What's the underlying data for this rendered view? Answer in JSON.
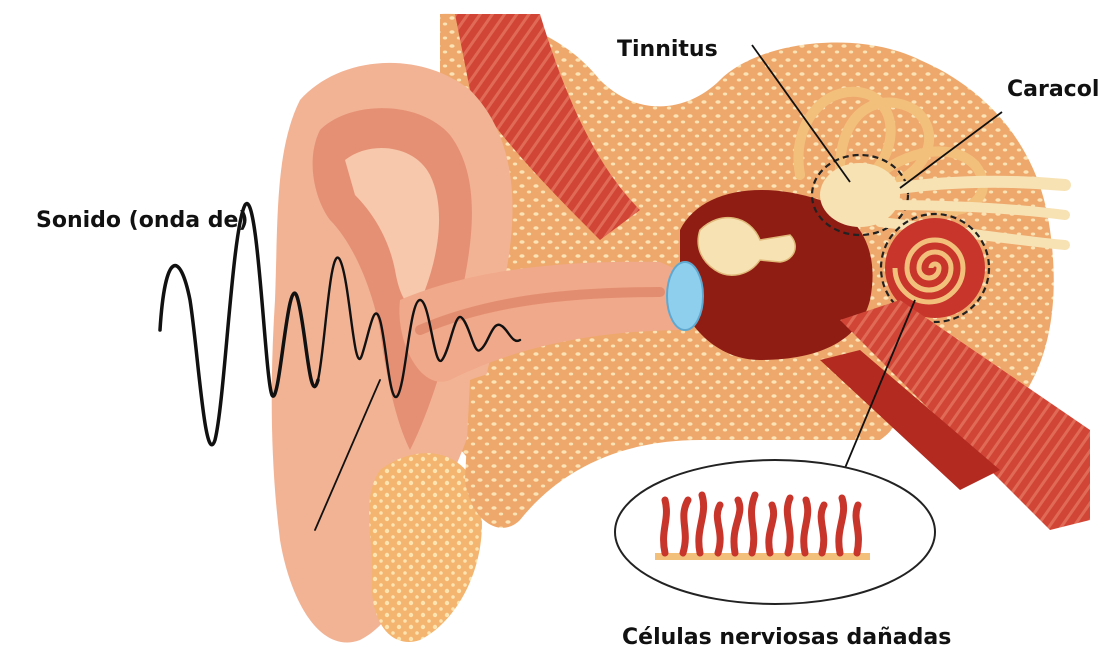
{
  "labels": {
    "sound_wave": "Sonido (onda de)",
    "tinnitus": "Tinnitus",
    "cochlea": "Caracol",
    "damaged_cells": "Células nerviosas dañadas"
  },
  "colors": {
    "skin_light": "#f6c4a6",
    "skin_mid": "#ee9f7f",
    "skin_dark": "#d9806a",
    "bone": "#eea86c",
    "bone_light": "#f6cf96",
    "bone_dots": "#fbe3b5",
    "muscle": "#c8352b",
    "muscle_dark": "#8f1d14",
    "nerve_cream": "#f7e2b4",
    "eardrum_blue": "#8fcfee",
    "wave": "#111111",
    "text": "#111111"
  }
}
